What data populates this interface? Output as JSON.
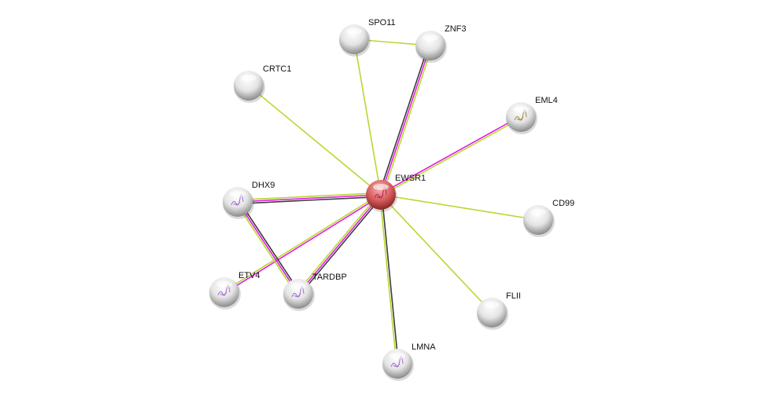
{
  "network": {
    "nodes": [
      {
        "id": "EWSR1",
        "label": "EWSR1",
        "query": true,
        "structure": true
      },
      {
        "id": "SPO11",
        "label": "SPO11",
        "structure": false
      },
      {
        "id": "ZNF3",
        "label": "ZNF3",
        "structure": false
      },
      {
        "id": "CRTC1",
        "label": "CRTC1",
        "structure": false
      },
      {
        "id": "EML4",
        "label": "EML4",
        "structure": true
      },
      {
        "id": "DHX9",
        "label": "DHX9",
        "structure": true
      },
      {
        "id": "CD99",
        "label": "CD99",
        "structure": false
      },
      {
        "id": "ETV4",
        "label": "ETV4",
        "structure": true
      },
      {
        "id": "TARDBP",
        "label": "TARDBP",
        "structure": true
      },
      {
        "id": "FLII",
        "label": "FLII",
        "structure": false
      },
      {
        "id": "LMNA",
        "label": "LMNA",
        "structure": true
      }
    ],
    "edges": [
      {
        "from": "EWSR1",
        "to": "SPO11",
        "evidence": [
          "textmining"
        ]
      },
      {
        "from": "EWSR1",
        "to": "ZNF3",
        "evidence": [
          "coexpression",
          "experiments",
          "textmining"
        ]
      },
      {
        "from": "EWSR1",
        "to": "CRTC1",
        "evidence": [
          "textmining"
        ]
      },
      {
        "from": "EWSR1",
        "to": "EML4",
        "evidence": [
          "experiments",
          "textmining"
        ]
      },
      {
        "from": "EWSR1",
        "to": "DHX9",
        "evidence": [
          "coexpression",
          "experiments",
          "textmining"
        ]
      },
      {
        "from": "EWSR1",
        "to": "CD99",
        "evidence": [
          "textmining"
        ]
      },
      {
        "from": "EWSR1",
        "to": "ETV4",
        "evidence": [
          "experiments",
          "textmining"
        ]
      },
      {
        "from": "EWSR1",
        "to": "TARDBP",
        "evidence": [
          "coexpression",
          "experiments",
          "textmining"
        ]
      },
      {
        "from": "EWSR1",
        "to": "FLII",
        "evidence": [
          "textmining"
        ]
      },
      {
        "from": "EWSR1",
        "to": "LMNA",
        "evidence": [
          "coexpression",
          "textmining"
        ]
      },
      {
        "from": "SPO11",
        "to": "ZNF3",
        "evidence": [
          "textmining"
        ]
      },
      {
        "from": "DHX9",
        "to": "TARDBP",
        "evidence": [
          "coexpression",
          "experiments",
          "textmining"
        ]
      }
    ],
    "colors": {
      "coexpression": "#3c3c3c",
      "experiments": "#e020e0",
      "textmining": "#b8d830",
      "query_node": "#d85858",
      "node": "#e6e6e6"
    }
  }
}
